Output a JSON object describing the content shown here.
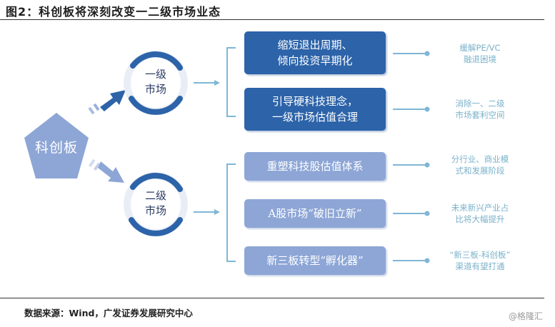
{
  "header": {
    "title": "图2：科创板将深刻改变一二级市场业态"
  },
  "center": {
    "label": "科创板"
  },
  "markets": [
    {
      "label": "一级市场",
      "line1": "一级",
      "line2": "市场"
    },
    {
      "label": "二级市场",
      "line1": "二级",
      "line2": "市场"
    }
  ],
  "primary_items": [
    {
      "line1": "缩短退出周期、",
      "line2": "倾向投资早期化",
      "note1": "缓解PE/VC",
      "note2": "融退困境"
    },
    {
      "line1": "引导硬科技理念，",
      "line2": "一级市场估值合理",
      "note1": "消除一、二级",
      "note2": "市场套利空间"
    }
  ],
  "secondary_items": [
    {
      "text": "重塑科技股估值体系",
      "note1": "分行业、商业模",
      "note2": "式和发展阶段"
    },
    {
      "text": "A股市场“破旧立新”",
      "note1": "未来新兴产业占",
      "note2": "比将大幅提升"
    },
    {
      "text": "新三板转型“孵化器”",
      "note1": "“新三板-科创板”",
      "note2": "渠道有望打通"
    }
  ],
  "footer": {
    "source": "数据来源：Wind，广发证券发展研究中心",
    "watermark": "@格隆汇"
  },
  "colors": {
    "dark_box": "#2c63a9",
    "light_box": "#8da6d6",
    "pentagon": "#8da6d6",
    "ring": "#2c63a9",
    "note_text": "#79b1c9",
    "connector": "#7fb6d6"
  }
}
